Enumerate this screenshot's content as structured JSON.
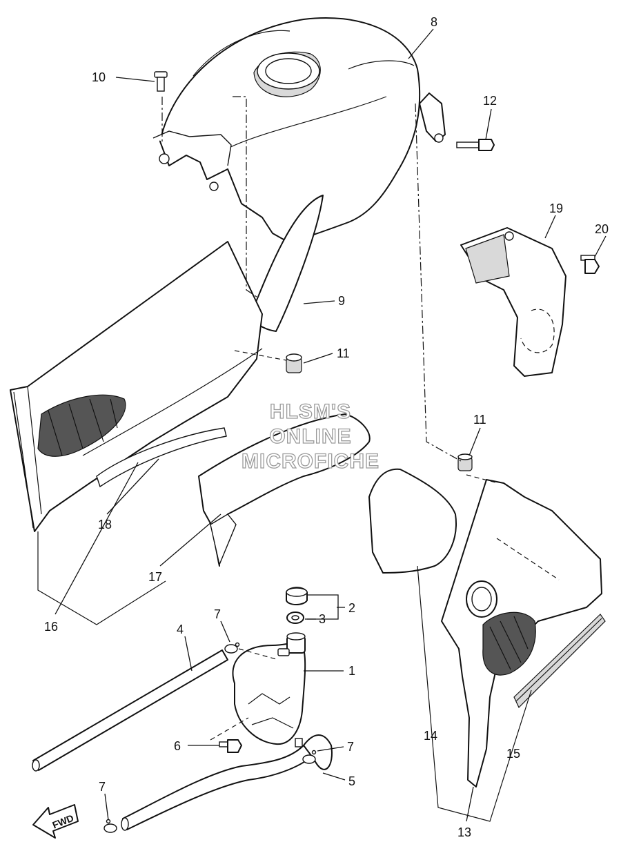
{
  "watermark": {
    "line1": "HLSM'S",
    "line2": "ONLINE",
    "line3": "MICROFICHE"
  },
  "direction_arrow": {
    "label": "FWD"
  },
  "callouts": {
    "c1": "1",
    "c2": "2",
    "c3": "3",
    "c4": "4",
    "c5": "5",
    "c6": "6",
    "c7a": "7",
    "c7b": "7",
    "c7c": "7",
    "c8": "8",
    "c9": "9",
    "c10": "10",
    "c11a": "11",
    "c11b": "11",
    "c12": "12",
    "c13": "13",
    "c14": "14",
    "c15": "15",
    "c16": "16",
    "c17": "17",
    "c18": "18",
    "c19": "19",
    "c20": "20"
  },
  "icons": {
    "fwd_arrow": "fwd-arrow-icon"
  }
}
